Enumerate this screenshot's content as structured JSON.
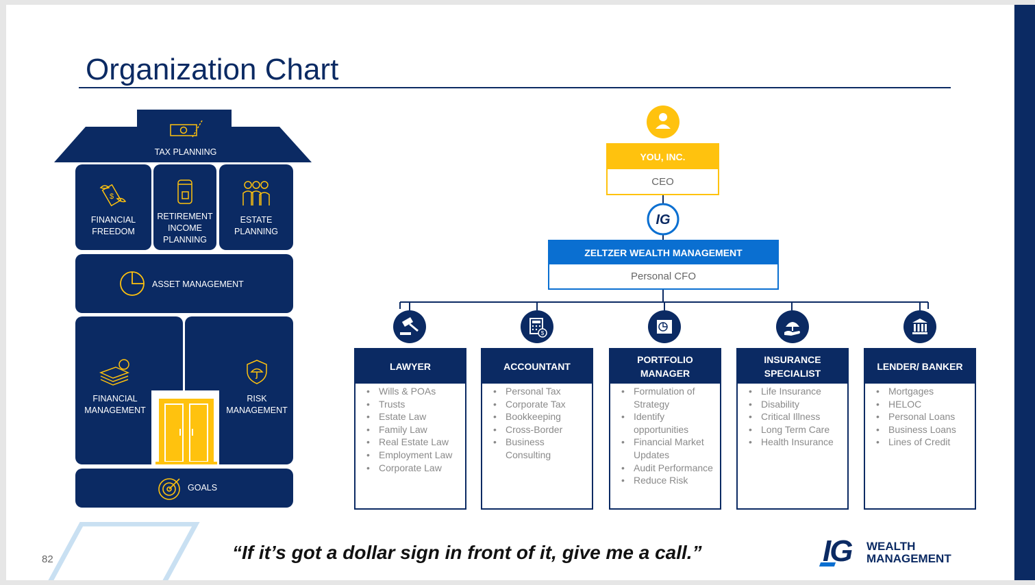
{
  "slide": {
    "title": "Organization Chart",
    "page_number": "82",
    "quote": "“If it’s got a dollar sign in front of it, give me a call.”"
  },
  "house": {
    "roof": {
      "label": "TAX PLANNING",
      "icon": "money-icon"
    },
    "row1": [
      {
        "label_lines": [
          "FINANCIAL",
          "FREEDOM"
        ],
        "icon": "flying-money-icon"
      },
      {
        "label_lines": [
          "RETIREMENT",
          "INCOME",
          "PLANNING"
        ],
        "icon": "coin-jar-icon"
      },
      {
        "label_lines": [
          "ESTATE",
          "PLANNING"
        ],
        "icon": "family-icon"
      }
    ],
    "asset": {
      "label": "ASSET MANAGEMENT",
      "icon": "pie-chart-icon"
    },
    "financial_management": {
      "label_lines": [
        "FINANCIAL",
        "MANAGEMENT"
      ],
      "icon": "cash-stack-icon"
    },
    "risk_management": {
      "label_lines": [
        "RISK",
        "MANAGEMENT"
      ],
      "icon": "shield-umbrella-icon"
    },
    "goals": {
      "label": "GOALS",
      "icon": "target-icon"
    },
    "door": {
      "icon": "door-icon"
    }
  },
  "org": {
    "top": {
      "title": "YOU, INC.",
      "role": "CEO",
      "icon": "person-icon"
    },
    "middle": {
      "title": "ZELTZER WEALTH MANAGEMENT",
      "role": "Personal CFO",
      "icon": "ig-logo-icon",
      "logo_text": "IG"
    },
    "specialists": [
      {
        "title_lines": [
          "LAWYER"
        ],
        "icon": "gavel-icon",
        "items": [
          "Wills & POAs",
          "Trusts",
          "Estate Law",
          "Family Law",
          "Real Estate Law",
          "Employment Law",
          "Corporate Law"
        ]
      },
      {
        "title_lines": [
          "ACCOUNTANT"
        ],
        "icon": "calculator-icon",
        "items": [
          "Personal Tax",
          "Corporate Tax",
          "Bookkeeping",
          "Cross-Border",
          "Business",
          "Consulting"
        ]
      },
      {
        "title_lines": [
          "PORTFOLIO",
          "MANAGER"
        ],
        "icon": "portfolio-icon",
        "items": [
          "Formulation of",
          "Strategy",
          "Identify",
          "opportunities",
          "Financial Market",
          "Updates",
          "Audit Performance",
          "Reduce Risk"
        ]
      },
      {
        "title_lines": [
          "INSURANCE",
          "SPECIALIST"
        ],
        "icon": "umbrella-hand-icon",
        "items": [
          "Life Insurance",
          "Disability",
          "Critical Illness",
          "Long Term Care",
          "Health Insurance"
        ]
      },
      {
        "title_lines": [
          "LENDER/ BANKER"
        ],
        "icon": "bank-icon",
        "items": [
          "Mortgages",
          "HELOC",
          "Personal Loans",
          "Business Loans",
          "Lines of Credit"
        ]
      }
    ]
  },
  "brand": {
    "logo_letters": "IG",
    "line1": "WEALTH",
    "line2": "MANAGEMENT"
  },
  "colors": {
    "navy": "#0b2a63",
    "gold": "#ffc20e",
    "blue": "#0a6fd1",
    "light_blue": "#c9e0f2"
  }
}
